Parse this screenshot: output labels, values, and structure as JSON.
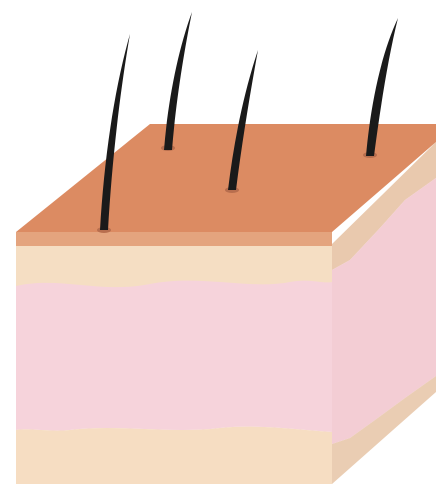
{
  "diagram": {
    "layers": [
      {
        "name": "epidermis-surface",
        "color": "#DC8B62"
      },
      {
        "name": "epidermis-edge",
        "color": "#E4A47E"
      },
      {
        "name": "dermis-upper",
        "color": "#F5DEC3"
      },
      {
        "name": "dermis",
        "color": "#F6D3DB"
      },
      {
        "name": "hypodermis",
        "color": "#F6DDC2"
      },
      {
        "name": "side-face",
        "color": "#EBC8AB"
      }
    ],
    "hairs": [
      {
        "name": "hair-1",
        "color": "#1A1A1A"
      },
      {
        "name": "hair-2",
        "color": "#1A1A1A"
      },
      {
        "name": "hair-3",
        "color": "#1A1A1A"
      },
      {
        "name": "hair-4",
        "color": "#1A1A1A"
      }
    ],
    "follicle_color": "#B86E4E"
  }
}
